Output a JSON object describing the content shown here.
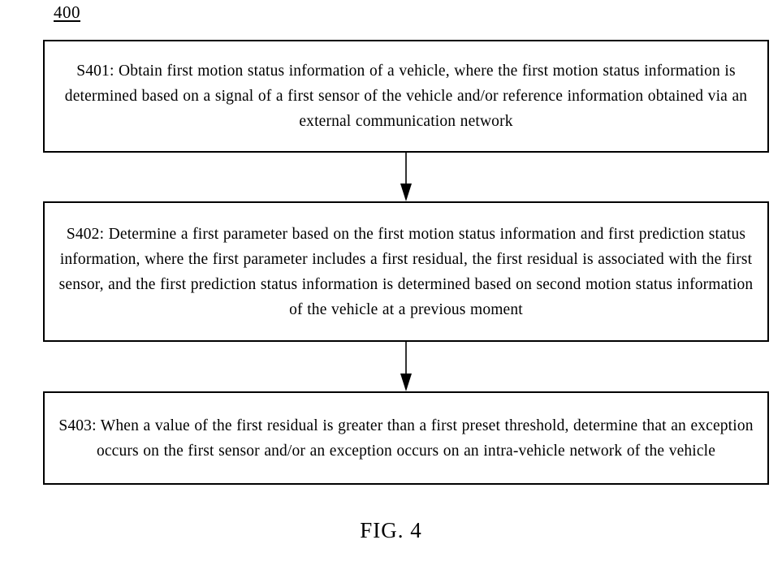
{
  "figure": {
    "reference_number": "400",
    "caption": "FIG. 4",
    "ink_color": "#000000",
    "background_color": "#ffffff"
  },
  "flowchart": {
    "type": "vertical-sequence",
    "steps": [
      {
        "id": "S401",
        "text": "S401: Obtain first motion status information of a vehicle, where the first motion status information is determined based on a signal of a first sensor of the vehicle and/or reference information obtained via an external communication network"
      },
      {
        "id": "S402",
        "text": "S402: Determine a first parameter based on the first motion status information and first prediction status information, where the first parameter includes a first residual, the first residual is associated with the first sensor, and the first prediction status information is determined based on second motion status information of the vehicle at a previous moment"
      },
      {
        "id": "S403",
        "text": "S403: When a value of the first residual is greater than a first preset threshold, determine that an exception occurs on the first sensor and/or an exception occurs on an intra-vehicle network of the vehicle"
      }
    ],
    "connectors": [
      {
        "from": "S401",
        "to": "S402",
        "style": "solid-line-with-filled-arrowhead"
      },
      {
        "from": "S402",
        "to": "S403",
        "style": "solid-line-with-filled-arrowhead"
      }
    ]
  }
}
